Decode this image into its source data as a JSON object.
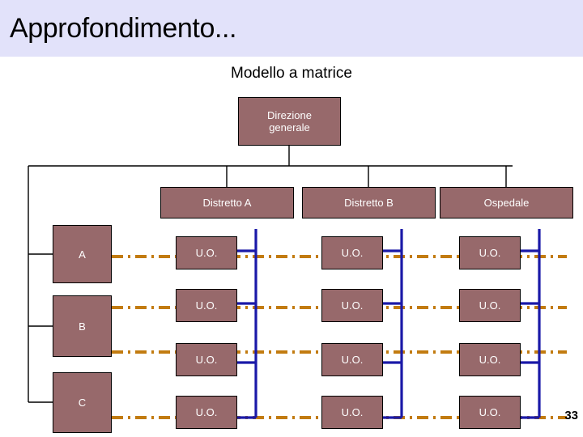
{
  "slide": {
    "banner_title": "Approfondimento...",
    "subtitle": "Modello a matrice",
    "page_number": "33",
    "colors": {
      "banner_bg": "#e2e2fa",
      "node_fill": "#97696b",
      "node_border": "#000000",
      "node_text": "#ffffff",
      "black_line": "#000000",
      "blue_line": "#1a19a8",
      "orange_line": "#c27b10",
      "background": "#ffffff"
    }
  },
  "diagram": {
    "root": {
      "label": "Direzione\ngenerale",
      "line1": "Direzione",
      "line2": "generale"
    },
    "columns": [
      {
        "label": "Distretto A"
      },
      {
        "label": "Distretto B"
      },
      {
        "label": "Ospedale"
      }
    ],
    "rows": [
      {
        "label": "A"
      },
      {
        "label": "B"
      },
      {
        "label": "C"
      }
    ],
    "cell_label": "U.O.",
    "cells": [
      {
        "row": "A",
        "column": "Distretto A",
        "label": "U.O."
      },
      {
        "row": "A",
        "column": "Distretto B",
        "label": "U.O."
      },
      {
        "row": "A",
        "column": "Ospedale",
        "label": "U.O."
      },
      {
        "row": "B",
        "column": "Distretto A",
        "label": "U.O."
      },
      {
        "row": "B",
        "column": "Distretto B",
        "label": "U.O."
      },
      {
        "row": "B",
        "column": "Ospedale",
        "label": "U.O."
      },
      {
        "row": "B2",
        "column": "Distretto A",
        "label": "U.O."
      },
      {
        "row": "B2",
        "column": "Distretto B",
        "label": "U.O."
      },
      {
        "row": "B2",
        "column": "Ospedale",
        "label": "U.O."
      },
      {
        "row": "C",
        "column": "Distretto A",
        "label": "U.O."
      },
      {
        "row": "C",
        "column": "Distretto B",
        "label": "U.O."
      },
      {
        "row": "C",
        "column": "Ospedale",
        "label": "U.O."
      }
    ]
  }
}
